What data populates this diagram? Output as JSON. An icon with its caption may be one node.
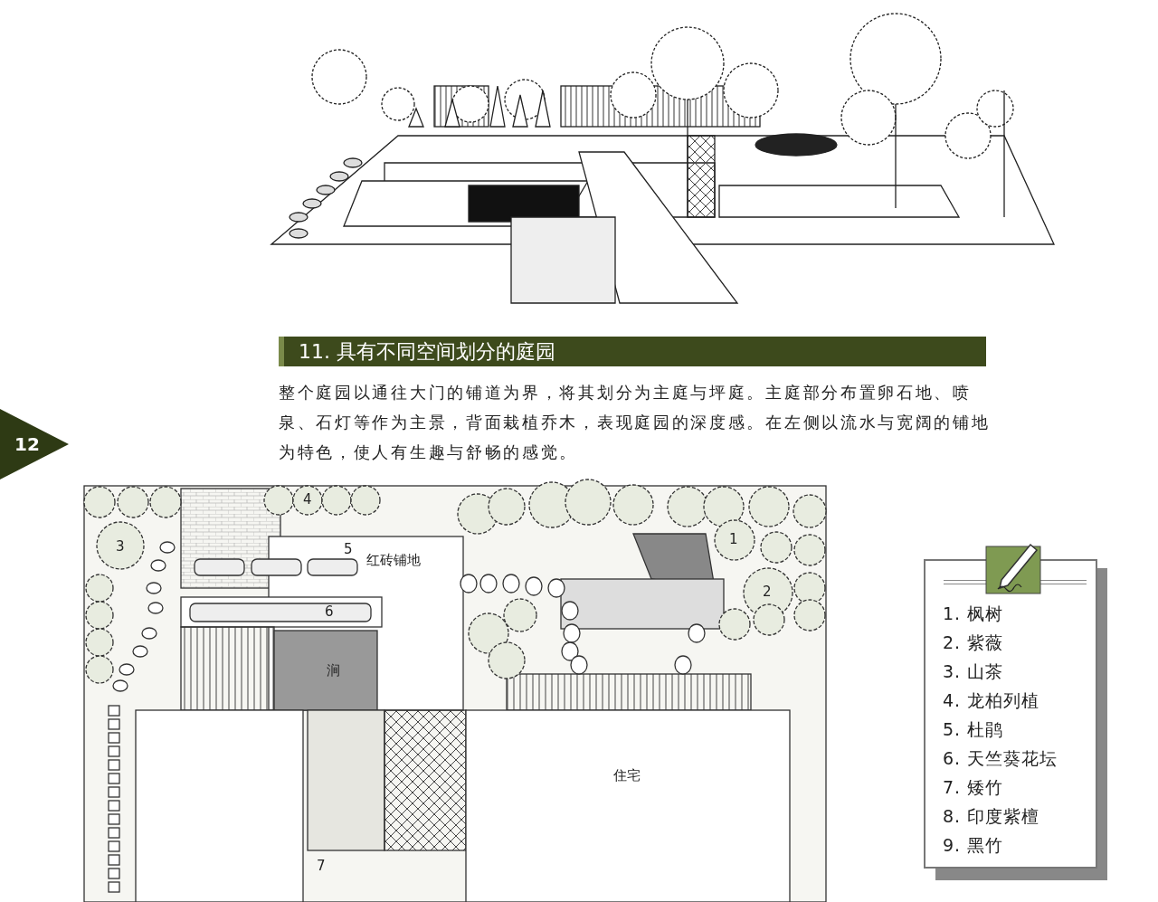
{
  "diagram": {
    "title": "11. 具有不同空间划分的庭园",
    "caption": "整个庭园以通往大门的铺道为界，将其划分为主庭与坪庭。主庭部分布置卵石地、喷泉、石灯等作为主景，背面栽植乔木，表现庭园的深度感。在左侧以流水与宽阔的铺地为特色，使人有生趣与舒畅的感觉。",
    "labels": [
      "12",
      "4",
      "3",
      "红砖铺地",
      "5",
      "1",
      "2",
      "6",
      "涧",
      "住宅",
      "7",
      "1. 枫树",
      "2. 紫薇",
      "3. 山茶",
      "4. 龙柏列植",
      "5. 杜鹃",
      "6. 天竺葵花坛",
      "7. 矮竹",
      "8. 印度紫檀",
      "9. 黑竹"
    ]
  }
}
